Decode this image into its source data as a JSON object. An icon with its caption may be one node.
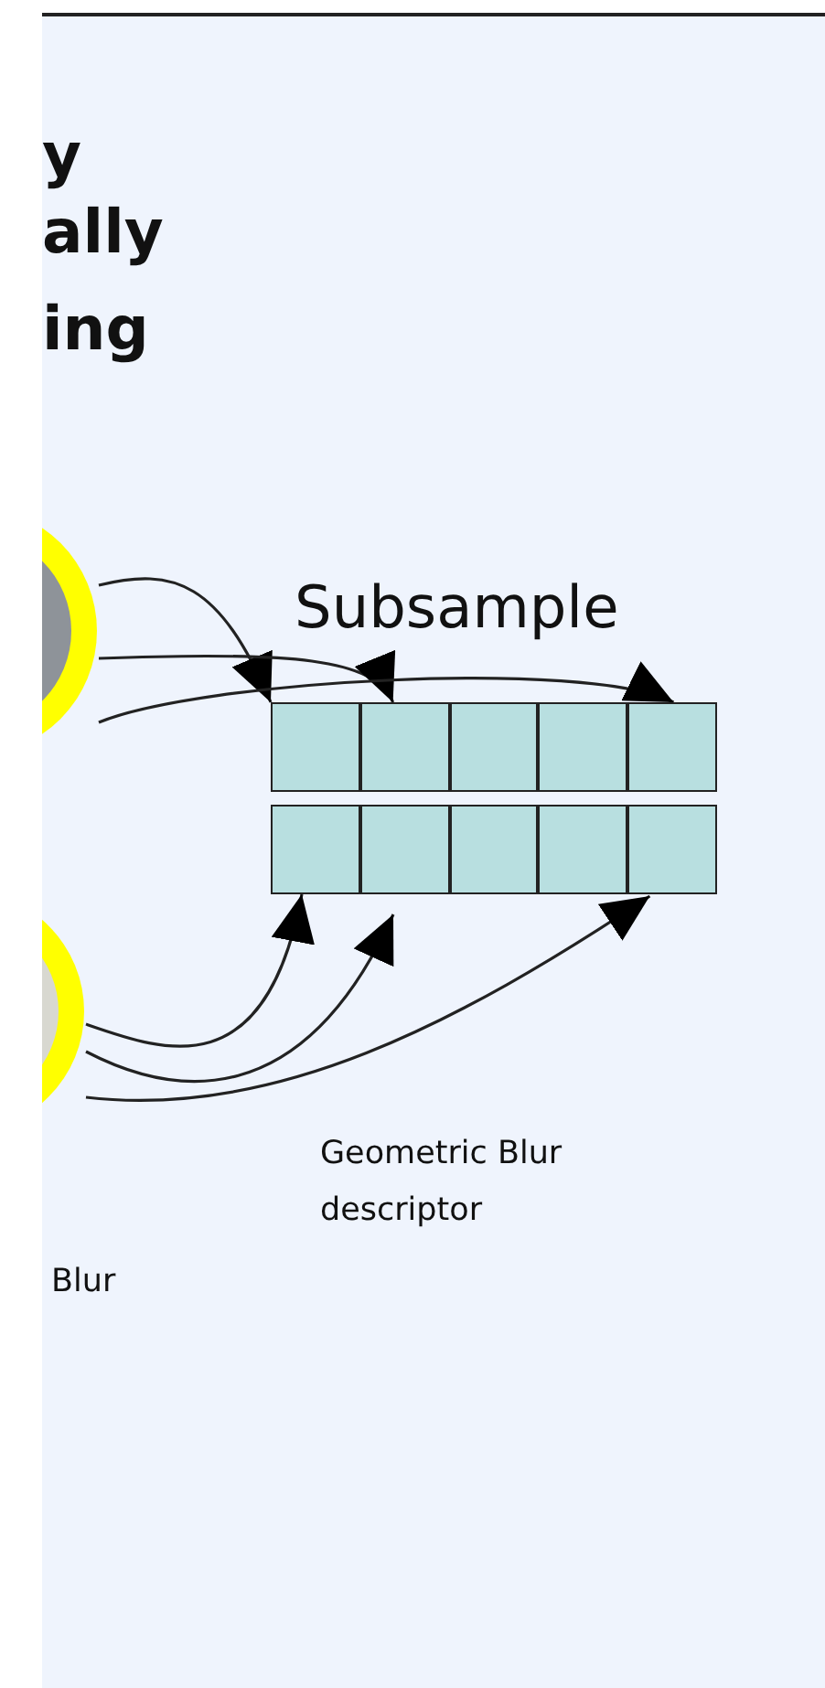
{
  "diagram": {
    "nodes": [
      {
        "text": [],
        "shape": "circle"
      },
      {
        "text": [],
        "shape": "circle"
      },
      {
        "text": [],
        "shape": "box"
      },
      {
        "text": [],
        "shape": "box"
      },
      {
        "text": [],
        "shape": "box"
      },
      {
        "text": [],
        "shape": "box"
      },
      {
        "text": [],
        "shape": "box"
      },
      {
        "text": [],
        "shape": "box"
      },
      {
        "text": [],
        "shape": "box"
      },
      {
        "text": [],
        "shape": "box"
      },
      {
        "text": [],
        "shape": "box"
      },
      {
        "text": [],
        "shape": "box"
      }
    ],
    "edges": [
      {
        "from": 0,
        "to": 2,
        "arrow": "to"
      },
      {
        "from": 0,
        "to": 3,
        "arrow": "to"
      },
      {
        "from": 0,
        "to": 6,
        "arrow": "to"
      },
      {
        "from": 1,
        "to": 7,
        "arrow": "to"
      },
      {
        "from": 1,
        "to": 8,
        "arrow": "to"
      },
      {
        "from": 1,
        "to": 11,
        "arrow": "to"
      }
    ],
    "labels": [
      "y",
      "ally",
      "ing",
      "Subsample",
      "Geometric Blur descriptor",
      "Blur"
    ]
  }
}
